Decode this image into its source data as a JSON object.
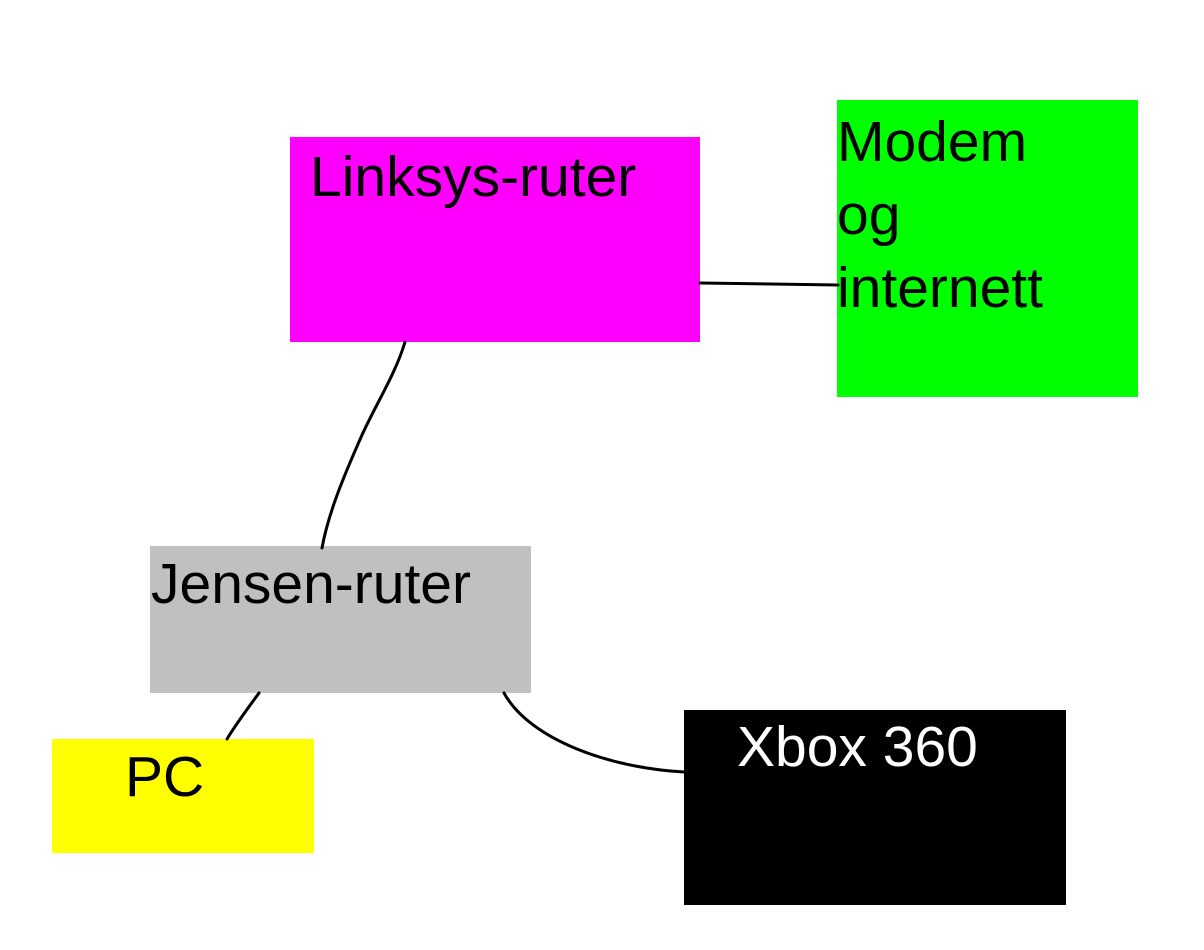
{
  "diagram": {
    "nodes": [
      {
        "id": "linksys",
        "label": "Linksys-ruter",
        "fill": "#ff00ff",
        "text_color": "#000000"
      },
      {
        "id": "modem",
        "label": "Modem\nog\ninternett",
        "fill": "#00ff00",
        "text_color": "#000000"
      },
      {
        "id": "jensen",
        "label": "Jensen-ruter",
        "fill": "#c0c0c0",
        "text_color": "#000000"
      },
      {
        "id": "pc",
        "label": "PC",
        "fill": "#ffff00",
        "text_color": "#000000"
      },
      {
        "id": "xbox",
        "label": "Xbox 360",
        "fill": "#000000",
        "text_color": "#ffffff"
      }
    ],
    "edges": [
      {
        "from": "linksys",
        "to": "modem"
      },
      {
        "from": "linksys",
        "to": "jensen"
      },
      {
        "from": "jensen",
        "to": "pc"
      },
      {
        "from": "jensen",
        "to": "xbox"
      }
    ],
    "line_color": "#000000",
    "background": "#ffffff"
  }
}
